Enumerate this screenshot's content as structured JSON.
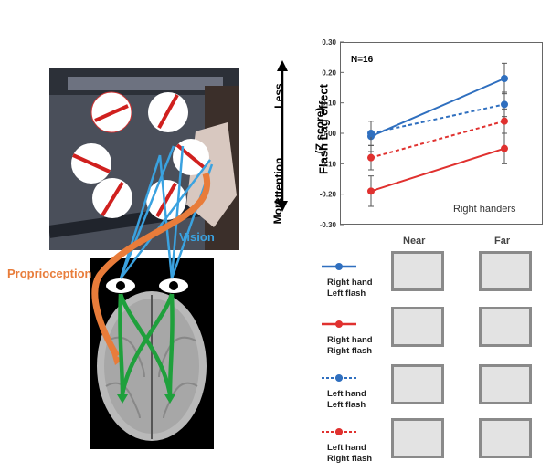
{
  "illustration": {
    "vision_label": "Vision",
    "proprioception_label": "Proprioception"
  },
  "chart_data": {
    "type": "line",
    "categories": [
      "Near",
      "Far"
    ],
    "ylabel": "Flash Lag effect",
    "ylabel_sub": "(Z score)",
    "attention_axis": {
      "top": "Less",
      "middle": "Attention",
      "bottom": "More"
    },
    "ylim": [
      -0.3,
      0.3
    ],
    "yticks": [
      "0.30",
      "0.20",
      "0.10",
      "0.00",
      "-0.10",
      "-0.20",
      "-0.30"
    ],
    "annotation_n": "N=16",
    "annotation_group": "Right handers",
    "series": [
      {
        "name": "Right hand Left flash",
        "line1": "Right hand",
        "line2": "Left flash",
        "color": "#2f6fbf",
        "dashed": false,
        "values": [
          -0.01,
          0.18
        ],
        "errors": [
          0.05,
          0.05
        ]
      },
      {
        "name": "Right hand Right flash",
        "line1": "Right hand",
        "line2": "Right flash",
        "color": "#e0312f",
        "dashed": false,
        "values": [
          -0.19,
          -0.05
        ],
        "errors": [
          0.05,
          0.05
        ]
      },
      {
        "name": "Left hand Left flash",
        "line1": "Left hand",
        "line2": "Left flash",
        "color": "#2f6fbf",
        "dashed": true,
        "values": [
          0.0,
          0.095
        ],
        "errors": [
          0.04,
          0.04
        ]
      },
      {
        "name": "Left hand Right flash",
        "line1": "Left hand",
        "line2": "Right flash",
        "color": "#e0312f",
        "dashed": true,
        "values": [
          -0.08,
          0.04
        ],
        "errors": [
          0.04,
          0.04
        ]
      }
    ]
  },
  "legend_columns": {
    "near": "Near",
    "far": "Far"
  },
  "colors": {
    "vision": "#3aa2e0",
    "proprioception": "#e87c3a",
    "blue": "#2f6fbf",
    "red": "#e0312f",
    "pathway": "#1fa03c"
  }
}
